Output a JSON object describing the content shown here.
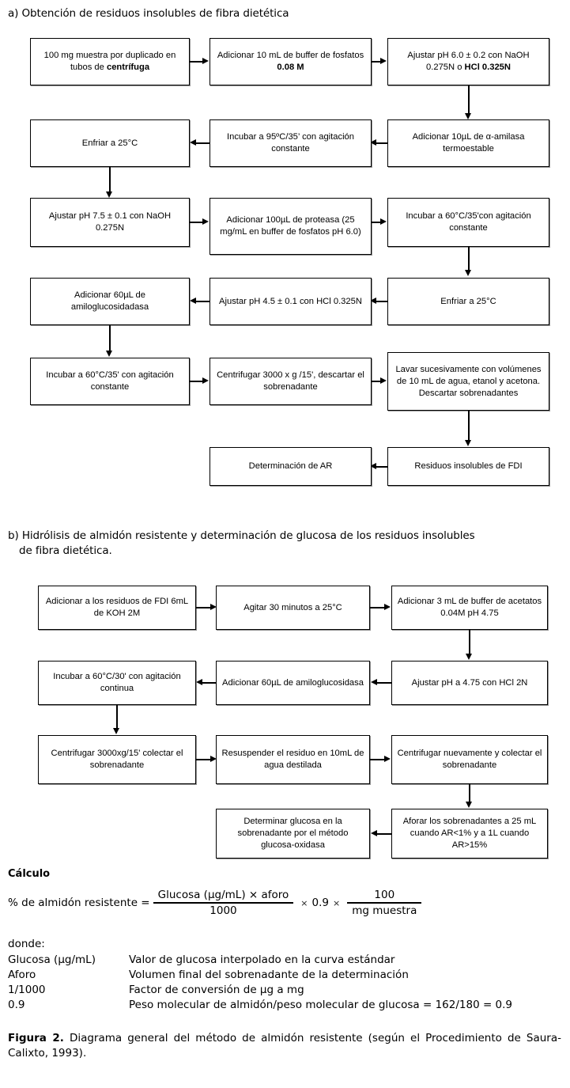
{
  "sections": [
    {
      "id": "a",
      "heading": "a) Obtención de residuos insolubles de fibra dietética",
      "boxes": [
        {
          "id": "a1",
          "text_parts": [
            {
              "t": "100 mg muestra por duplicado en tubos de ",
              "b": false
            },
            {
              "t": "centrífuga",
              "b": true
            }
          ]
        },
        {
          "id": "a2",
          "text_parts": [
            {
              "t": "Adicionar 10 mL de buffer de fosfatos ",
              "b": false
            },
            {
              "t": "0.08 M",
              "b": true
            }
          ]
        },
        {
          "id": "a3",
          "text_parts": [
            {
              "t": "Ajustar pH 6.0 ± 0.2 con NaOH 0.275N o ",
              "b": false
            },
            {
              "t": "HCl 0.325N",
              "b": true
            }
          ]
        },
        {
          "id": "a4",
          "text_parts": [
            {
              "t": "Adicionar 10µL de α-amilasa termoestable",
              "b": false
            }
          ]
        },
        {
          "id": "a5",
          "text_parts": [
            {
              "t": "Incubar a 95ºC/35’ con agitación constante",
              "b": false
            }
          ]
        },
        {
          "id": "a6",
          "text_parts": [
            {
              "t": "Enfriar a 25°C",
              "b": false
            }
          ]
        },
        {
          "id": "a7",
          "text_parts": [
            {
              "t": "Ajustar pH 7.5 ± 0.1 con NaOH 0.275N",
              "b": false
            }
          ]
        },
        {
          "id": "a8",
          "text_parts": [
            {
              "t": "Adicionar 100µL de proteasa (25 mg/mL en buffer de fosfatos pH 6.0)",
              "b": false
            }
          ]
        },
        {
          "id": "a9",
          "text_parts": [
            {
              "t": "Incubar a 60°C/35'con agitación constante",
              "b": false
            }
          ]
        },
        {
          "id": "a10",
          "text_parts": [
            {
              "t": "Enfriar a 25°C",
              "b": false
            }
          ]
        },
        {
          "id": "a11",
          "text_parts": [
            {
              "t": "Ajustar pH 4.5 ± 0.1 con HCl 0.325N",
              "b": false
            }
          ]
        },
        {
          "id": "a12",
          "text_parts": [
            {
              "t": "Adicionar 60µL de amiloglucosidadasa",
              "b": false
            }
          ]
        },
        {
          "id": "a13",
          "text_parts": [
            {
              "t": "Incubar a 60°C/35' con agitación constante",
              "b": false
            }
          ]
        },
        {
          "id": "a14",
          "text_parts": [
            {
              "t": "Centrifugar 3000 x g /15', descartar el sobrenadante",
              "b": false
            }
          ]
        },
        {
          "id": "a15",
          "text_parts": [
            {
              "t": "Lavar sucesivamente con volúmenes de 10 mL de agua, etanol y acetona. Descartar sobrenadantes",
              "b": false
            }
          ]
        },
        {
          "id": "a16",
          "text_parts": [
            {
              "t": "Residuos insolubles de FDI",
              "b": false
            }
          ]
        },
        {
          "id": "a17",
          "text_parts": [
            {
              "t": "Determinación de  AR",
              "b": false
            }
          ]
        }
      ]
    },
    {
      "id": "b",
      "heading_line1": "b) Hidrólisis de almidón resistente y determinación de glucosa de los residuos insolubles",
      "heading_line2": "de fibra dietética.",
      "boxes": [
        {
          "id": "b1",
          "text_parts": [
            {
              "t": "Adicionar a los residuos de FDI 6mL de KOH 2M",
              "b": false
            }
          ]
        },
        {
          "id": "b2",
          "text_parts": [
            {
              "t": "Agitar 30 minutos a 25°C",
              "b": false
            }
          ]
        },
        {
          "id": "b3",
          "text_parts": [
            {
              "t": "Adicionar 3 mL de buffer de acetatos 0.04M pH 4.75",
              "b": false
            }
          ]
        },
        {
          "id": "b4",
          "text_parts": [
            {
              "t": "Ajustar pH a 4.75 con HCl 2N",
              "b": false
            }
          ]
        },
        {
          "id": "b5",
          "text_parts": [
            {
              "t": "Adicionar 60µL de amiloglucosidasa",
              "b": false
            }
          ]
        },
        {
          "id": "b6",
          "text_parts": [
            {
              "t": "Incubar a 60°C/30' con agitación continua",
              "b": false
            }
          ]
        },
        {
          "id": "b7",
          "text_parts": [
            {
              "t": "Centrifugar 3000xg/15' colectar el sobrenadante",
              "b": false
            }
          ]
        },
        {
          "id": "b8",
          "text_parts": [
            {
              "t": "Resuspender el residuo en 10mL de agua destilada",
              "b": false
            }
          ]
        },
        {
          "id": "b9",
          "text_parts": [
            {
              "t": "Centrifugar nuevamente y colectar el sobrenadante",
              "b": false
            }
          ]
        },
        {
          "id": "b10",
          "text_parts": [
            {
              "t": "Aforar los sobrenadantes a 25 mL cuando AR<1% y a 1L cuando AR>15%",
              "b": false
            }
          ]
        },
        {
          "id": "b11",
          "text_parts": [
            {
              "t": "Determinar glucosa en la sobrenadante por el método glucosa-oxidasa",
              "b": false
            }
          ]
        }
      ]
    }
  ],
  "calculo": {
    "title": "Cálculo",
    "lhs": "% de almidón resistente =",
    "frac1_num": "Glucosa (µg/mL) × aforo",
    "frac1_den": "1000",
    "times1": "×",
    "factor": "0.9",
    "times2": "×",
    "frac2_num": "100",
    "frac2_den": "mg muestra",
    "where_label": "donde:",
    "definitions": [
      {
        "term": "Glucosa (µg/mL)",
        "desc": "Valor de glucosa interpolado en la curva estándar"
      },
      {
        "term": "Aforo",
        "desc": "Volumen final del sobrenadante de la determinación"
      },
      {
        "term": "1/1000",
        "desc": "Factor de conversión de µg a mg"
      },
      {
        "term": "0.9",
        "desc": "Peso molecular de almidón/peso molecular de glucosa = 162/180 = 0.9"
      }
    ]
  },
  "figure_caption": {
    "lead": "Figura 2.",
    "text": " Diagrama general del método de almidón resistente (según el Procedimiento de Saura-Calixto, 1993)."
  }
}
